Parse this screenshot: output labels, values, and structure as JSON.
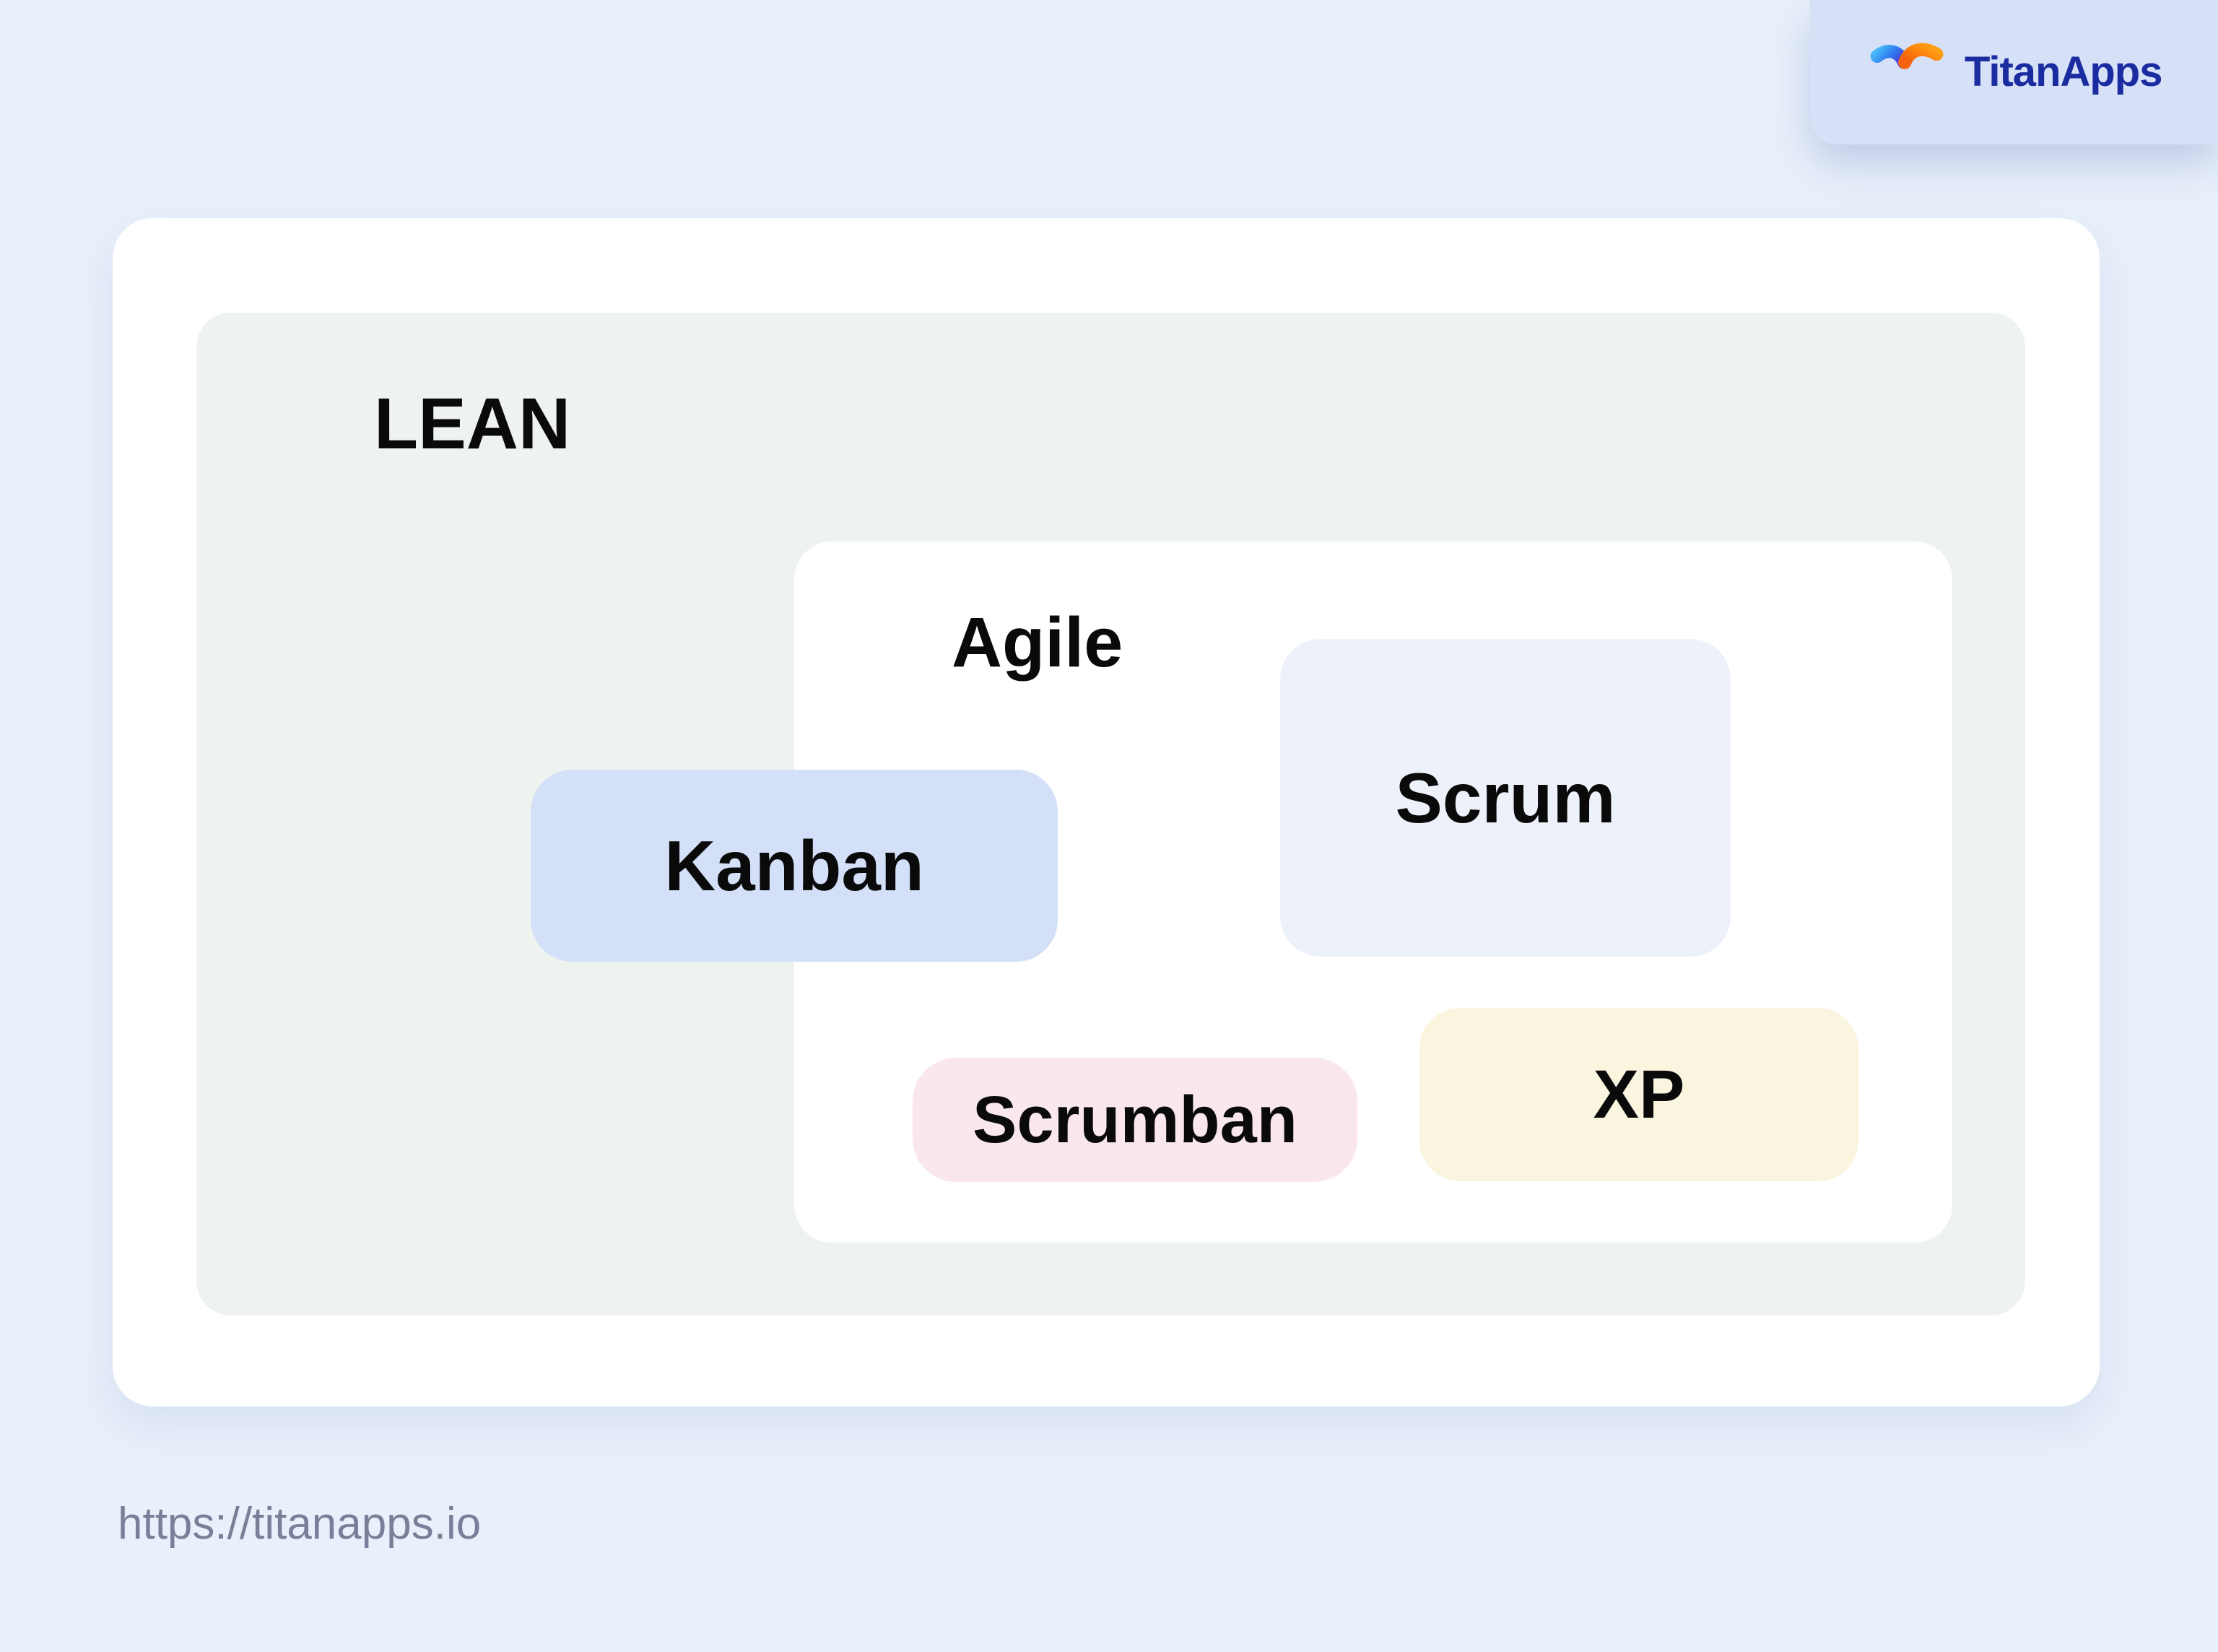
{
  "page": {
    "background": "#E9F0FB"
  },
  "brand": {
    "name": "TitanApps",
    "url": "https://titanapps.io",
    "icon": "titanapps-t-logo",
    "colors": {
      "badge_bg": "#D6E1F7",
      "name_text": "#1B2CA0",
      "url_text": "#7A7F99"
    }
  },
  "diagram": {
    "lean": {
      "label": "LEAN",
      "bg": "#EEF3F0"
    },
    "agile": {
      "label": "Agile",
      "bg": "#FFFFFF"
    },
    "nodes": [
      {
        "id": "kanban",
        "label": "Kanban",
        "bg": "#D3E0F7"
      },
      {
        "id": "scrum",
        "label": "Scrum",
        "bg": "#EDF1F9"
      },
      {
        "id": "scrumban",
        "label": "Scrumban",
        "bg": "#FAE7EE"
      },
      {
        "id": "xp",
        "label": "XP",
        "bg": "#FAF5DE"
      }
    ]
  }
}
